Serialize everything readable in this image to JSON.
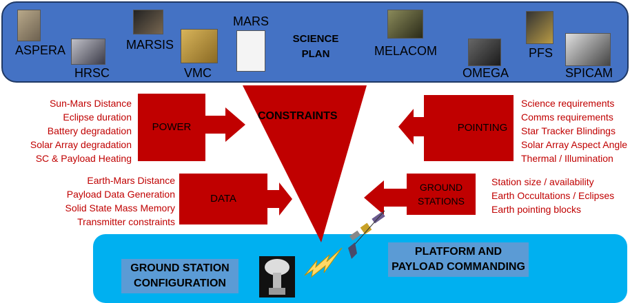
{
  "instruments": {
    "aspera": "ASPERA",
    "hrsc": "HRSC",
    "marsis": "MARSIS",
    "vmc": "VMC",
    "mars": "MARS",
    "melacom": "MELACOM",
    "omega": "OMEGA",
    "pfs": "PFS",
    "spicam": "SPICAM"
  },
  "science_plan": "SCIENCE PLAN",
  "constraints_label": "CONSTRAINTS",
  "power": {
    "label": "POWER",
    "items": [
      "Sun-Mars Distance",
      "Eclipse duration",
      "Battery degradation",
      "Solar Array degradation",
      "SC & Payload Heating"
    ]
  },
  "data": {
    "label": "DATA",
    "items": [
      "Earth-Mars Distance",
      "Payload Data Generation",
      "Solid State Mass Memory",
      "Transmitter constraints"
    ]
  },
  "pointing": {
    "label": "POINTING",
    "items": [
      "Science requirements",
      "Comms requirements",
      "Star Tracker Blindings",
      "Solar Array Aspect Angle",
      "Thermal / Illumination"
    ]
  },
  "ground_stations": {
    "label": "GROUND STATIONS",
    "items": [
      "Station size / availability",
      "Earth Occultations / Eclipses",
      "Earth pointing blocks"
    ]
  },
  "ground_station_config": "GROUND STATION CONFIGURATION",
  "platform_commanding": "PLATFORM AND PAYLOAD COMMANDING",
  "colors": {
    "top_band": "#4472c4",
    "bottom_band": "#00b0f0",
    "accent_red": "#c00000",
    "box_blue": "#5b9bd5"
  }
}
